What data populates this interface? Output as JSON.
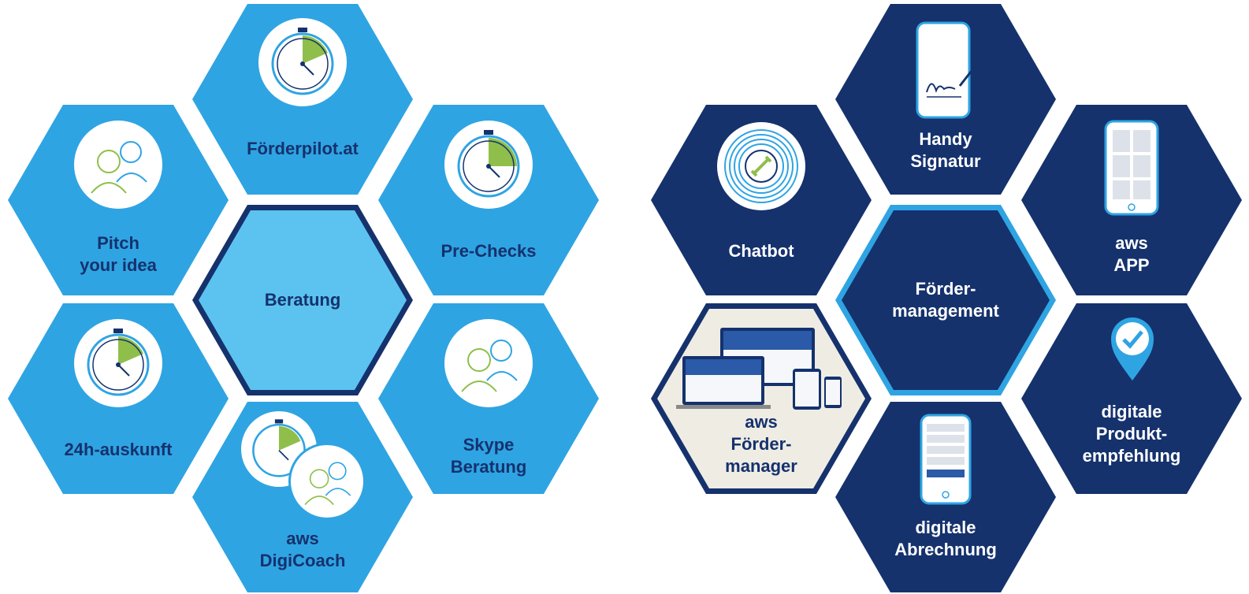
{
  "left_group": {
    "center": "Beratung",
    "foerderpilot": "Förderpilot.at",
    "pitch": "Pitch\nyour idea",
    "prechecks": "Pre-Checks",
    "auskunft": "24h-auskunft",
    "skype": "Skype\nBeratung",
    "digicoach": "aws\nDigiCoach"
  },
  "right_group": {
    "center": "Förder-\nmanagement",
    "chatbot": "Chatbot",
    "handy": "Handy\nSignatur",
    "app": "aws\nAPP",
    "foerdermanager": "aws\nFörder-\nmanager",
    "produkt": "digitale\nProdukt-\nempfehlung",
    "abrechnung": "digitale\nAbrechnung"
  },
  "icons": {
    "stopwatch": "stopwatch-icon",
    "people": "two-people-icon",
    "lifebuoy": "lifebuoy-wrench-icon",
    "signature": "phone-signature-icon",
    "app": "phone-app-icon",
    "checkmark": "location-checkmark-icon",
    "form": "phone-form-icon",
    "devices": "devices-screenshot-icon"
  },
  "colors": {
    "light_blue": "#2fa4e3",
    "dark_blue": "#15326d",
    "pale_blue": "#5cc3f0",
    "accent_green": "#8fbf4a"
  }
}
